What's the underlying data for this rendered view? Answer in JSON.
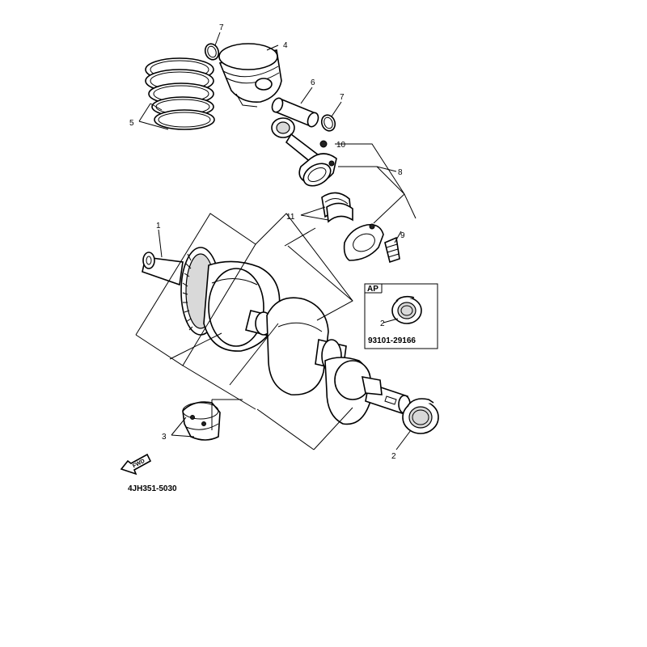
{
  "callouts": {
    "c1": "1",
    "c2_crank": "2",
    "c2_inset": "2",
    "c3": "3",
    "c4": "4",
    "c5": "5",
    "c6": "6",
    "c7_top": "7",
    "c7_right": "7",
    "c8": "8",
    "c9": "9",
    "c10": "10",
    "c11": "11"
  },
  "inset": {
    "title": "AP",
    "part_number": "93101-29166"
  },
  "fwd_label": "FWD",
  "diagram_code": "4JH351-5030",
  "colors": {
    "line": "#000000",
    "background": "#ffffff"
  }
}
